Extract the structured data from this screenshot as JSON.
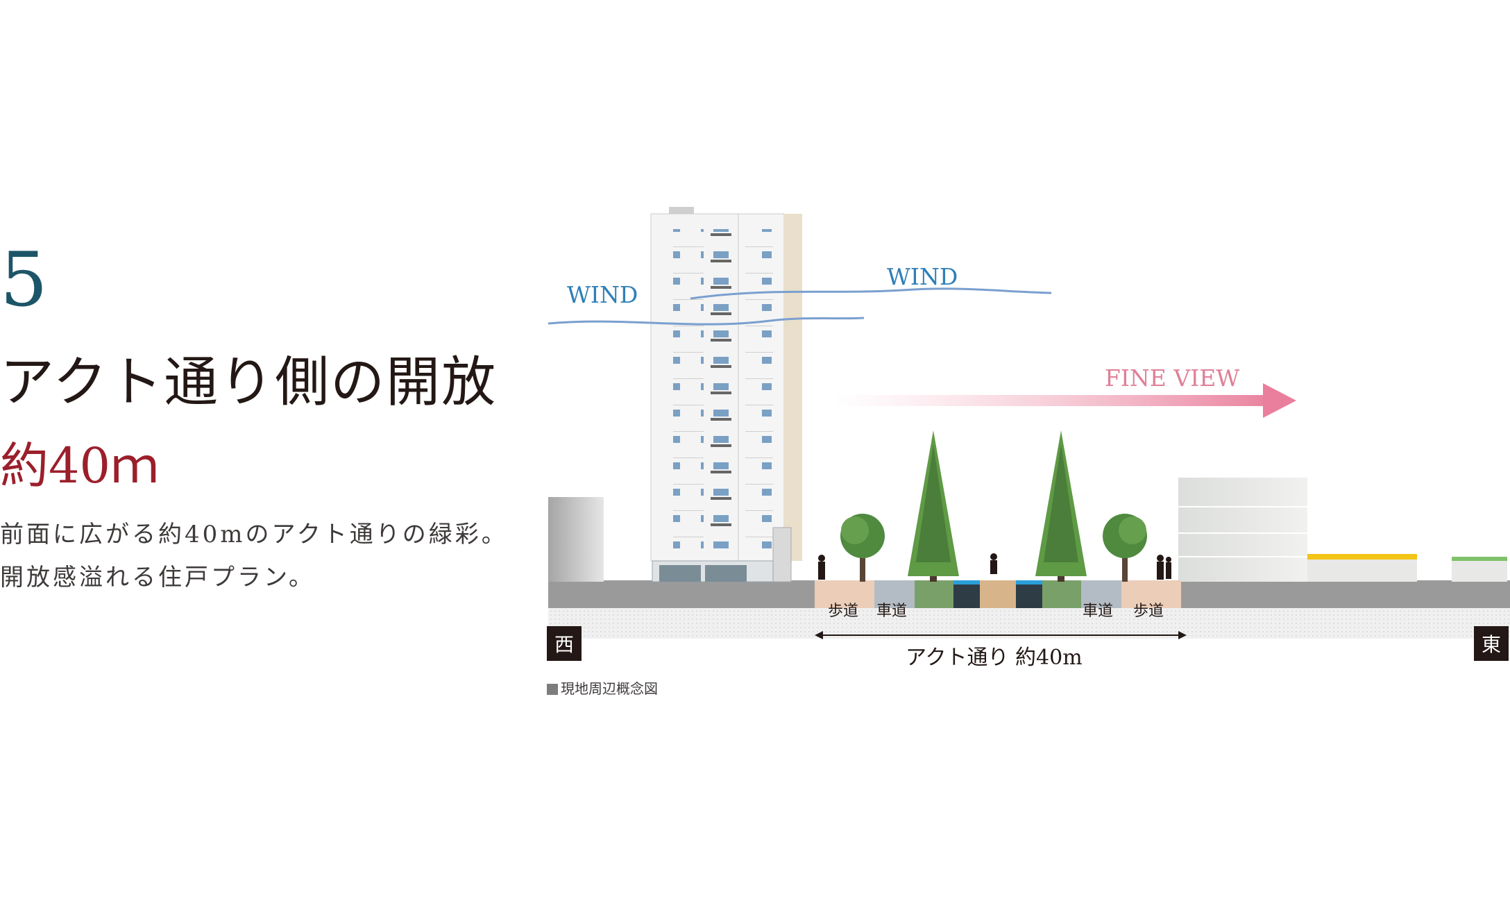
{
  "section": {
    "number": "5",
    "title": "アクト通り側の開放",
    "distance": "約40ｍ",
    "body_line1": "前面に広がる約40mのアクト通りの緑彩。",
    "body_line2": "開放感溢れる住戸プラン。"
  },
  "diagram": {
    "wind_label_1": "WIND",
    "wind_label_2": "WIND",
    "view_label": "FINE VIEW",
    "road_labels": {
      "sidewalk_west": "歩道",
      "carriageway_west": "車道",
      "carriageway_east": "車道",
      "sidewalk_east": "歩道"
    },
    "street_span_label": "アクト通り 約40m",
    "west_label": "西",
    "east_label": "東",
    "caption": "現地周辺概念図"
  },
  "colors": {
    "number": "#1d5568",
    "distance": "#9b1f2b",
    "wind": "#2f7fb8",
    "fine_view": "#e07f97",
    "sidewalk": "#eccdb8",
    "carriageway": "#b3bcc4",
    "green_strip": "#7aa06a",
    "water": "#2a9fd9"
  }
}
